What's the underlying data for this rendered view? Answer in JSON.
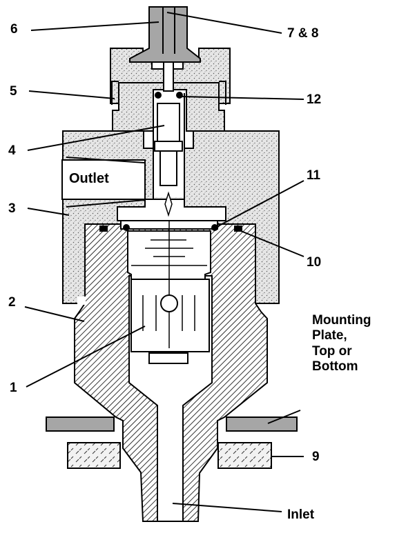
{
  "diagram": {
    "callouts": {
      "c6": "6",
      "c78": "7 & 8",
      "c5": "5",
      "c12": "12",
      "c4": "4",
      "c11": "11",
      "c3": "3",
      "c10": "10",
      "c2": "2",
      "c1": "1",
      "c9": "9",
      "inlet": "Inlet",
      "outlet": "Outlet",
      "mounting": "Mounting\nPlate,\nTop or\nBottom"
    },
    "colors": {
      "stipple_bg": "#e6e6e6",
      "plate_gray": "#a6a6a6",
      "stroke": "#000000"
    }
  }
}
